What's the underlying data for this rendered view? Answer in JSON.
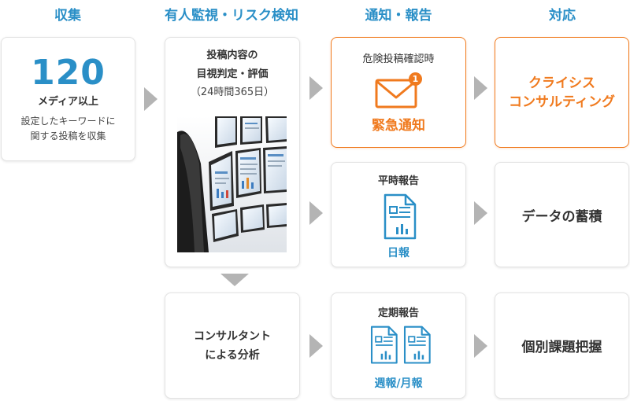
{
  "headers": {
    "collect": "収集",
    "monitor": "有人監視・リスク検知",
    "notify": "通知・報告",
    "respond": "対応"
  },
  "collect": {
    "number": "120",
    "unit": "メディア以上",
    "desc_line1": "設定したキーワードに",
    "desc_line2": "関する投稿を収集"
  },
  "monitor": {
    "line1": "投稿内容の",
    "line2": "目視判定・評価",
    "line3": "（24時間365日）"
  },
  "analysis": {
    "line1": "コンサルタント",
    "line2": "による分析"
  },
  "alert": {
    "title": "危険投稿確認時",
    "badge": "1",
    "label": "緊急通知"
  },
  "daily": {
    "title": "平時報告",
    "label": "日報"
  },
  "periodic": {
    "title": "定期報告",
    "label": "週報/月報"
  },
  "responses": {
    "crisis_line1": "クライシス",
    "crisis_line2": "コンサルティング",
    "data": "データの蓄積",
    "individual": "個別課題把握"
  },
  "colors": {
    "accent_blue": "#2a8fc7",
    "accent_orange": "#f07a1e",
    "arrow_gray": "#b4b4b4"
  },
  "icons": {
    "mail": "mail-icon",
    "notification_badge": "notification-badge-icon",
    "document": "report-document-icon",
    "monitors_photo": "monitoring-screens-photo"
  }
}
